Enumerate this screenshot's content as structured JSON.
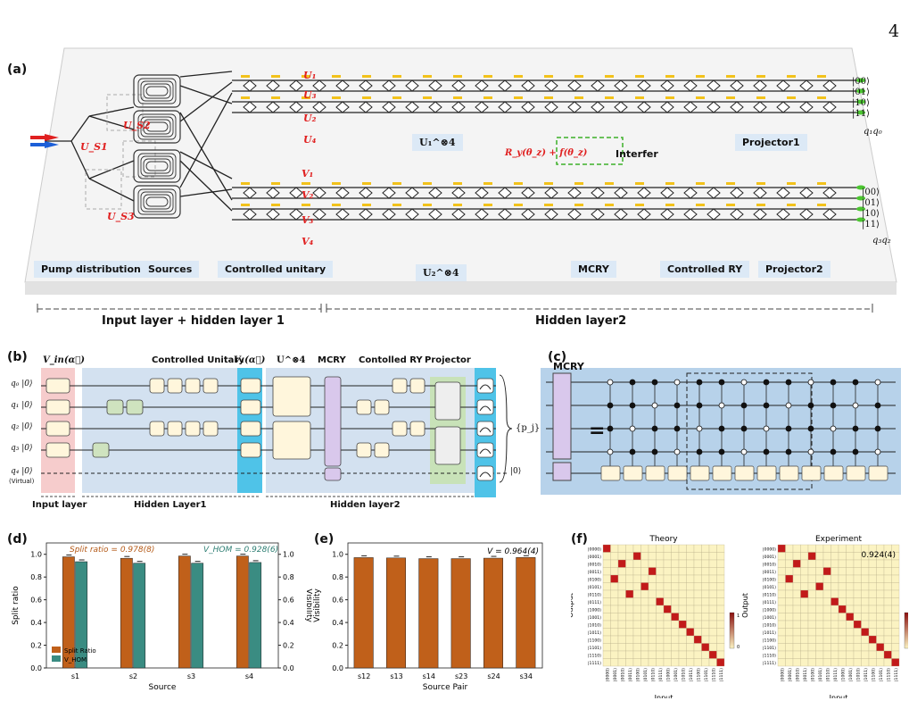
{
  "page_number": "4",
  "panel_a": {
    "label": "(a)",
    "sections": [
      "Pump distribution",
      "Sources",
      "Controlled unitary",
      "MCRY",
      "Controlled RY",
      "Projector2"
    ],
    "top_labels": {
      "u_tensor1": "U₁^⊗4",
      "u_tensor2": "U₂^⊗4",
      "interfer": "Interfer",
      "projector1": "Projector1",
      "ry_fz": "R_y(θ_z) + f(θ_z)"
    },
    "pump_labels": [
      "U_S1",
      "U_S2",
      "U_S3"
    ],
    "u_labels": [
      "U₁",
      "U₃",
      "U₂",
      "U₄"
    ],
    "v_labels": [
      "V₁",
      "V₂",
      "V₃",
      "V₄"
    ],
    "kets_top": [
      "|00⟩",
      "|01⟩",
      "|10⟩",
      "|11⟩"
    ],
    "kets_bottom": [
      "|00⟩",
      "|01⟩",
      "|10⟩",
      "|11⟩"
    ],
    "qubit_top": "q₁q₀",
    "qubit_bottom": "q₃q₂",
    "layer_left": "Input layer + hidden layer 1",
    "layer_right": "Hidden layer2"
  },
  "panel_b": {
    "label": "(b)",
    "top_labels": {
      "vin": "V_in(α⃗)",
      "cu": "Controlled Unitary",
      "v1": "V₁(α⃗)",
      "u4": "U^⊗4",
      "mcry": "MCRY",
      "cry": "Contolled RY",
      "proj": "Projector"
    },
    "qubits": [
      "q₀ |0⟩",
      "q₁ |0⟩",
      "q₂ |0⟩",
      "q₃ |0⟩",
      "q₄ |0⟩"
    ],
    "virtual": "(Virtual)",
    "output": "{p_j}",
    "zero": "|0⟩",
    "bottom_labels": [
      "Input layer",
      "Hidden Layer1",
      "Hidden layer2"
    ]
  },
  "panel_c": {
    "label": "(c)",
    "title": "MCRY",
    "eq": "="
  },
  "panel_d": {
    "label": "(d)",
    "chart_data": {
      "type": "bar",
      "categories": [
        "s1",
        "s2",
        "s3",
        "s4"
      ],
      "series": [
        {
          "name": "Split Ratio",
          "values": [
            0.978,
            0.965,
            0.985,
            0.985
          ]
        },
        {
          "name": "V_HOM",
          "values": [
            0.935,
            0.922,
            0.922,
            0.928
          ]
        }
      ],
      "xlabel": "Source",
      "ylabel": "Split ratio",
      "ylabel_right": "Visibility",
      "ylim": [
        0,
        1.1
      ],
      "yticks": [
        "0.0",
        "0.2",
        "0.4",
        "0.6",
        "0.8",
        "1.0"
      ],
      "annotations": [
        "Split ratio = 0.978(8)",
        "V_HOM = 0.928(6)"
      ],
      "colors": [
        "#c0601a",
        "#3a8c82"
      ]
    }
  },
  "panel_e": {
    "label": "(e)",
    "chart_data": {
      "type": "bar",
      "categories": [
        "s12",
        "s13",
        "s14",
        "s23",
        "s24",
        "s34"
      ],
      "values": [
        0.971,
        0.968,
        0.962,
        0.962,
        0.966,
        0.972
      ],
      "xlabel": "Source Pair",
      "ylabel": "Visibility",
      "ylim": [
        0,
        1.1
      ],
      "yticks": [
        "0.0",
        "0.2",
        "0.4",
        "0.6",
        "0.8",
        "1.0"
      ],
      "annotations": [
        "V = 0.964(4)"
      ],
      "colors": [
        "#c0601a"
      ]
    }
  },
  "panel_f": {
    "label": "(f)",
    "chart_data": [
      {
        "type": "heatmap",
        "title": "Theory",
        "xlabel": "Input",
        "ylabel": "Output",
        "labels": [
          "|0000⟩",
          "|0001⟩",
          "|0010⟩",
          "|0011⟩",
          "|0100⟩",
          "|0101⟩",
          "|0110⟩",
          "|0111⟩",
          "|1000⟩",
          "|1001⟩",
          "|1010⟩",
          "|1011⟩",
          "|1100⟩",
          "|1101⟩",
          "|1110⟩",
          "|1111⟩"
        ],
        "perm": [
          0,
          4,
          2,
          6,
          1,
          5,
          3,
          7,
          8,
          9,
          10,
          11,
          12,
          13,
          14,
          15
        ],
        "colorbar": [
          "0",
          "1"
        ]
      },
      {
        "type": "heatmap",
        "title": "Experiment",
        "xlabel": "Input",
        "ylabel": "Output",
        "labels": [
          "|0000⟩",
          "|0001⟩",
          "|0010⟩",
          "|0011⟩",
          "|0100⟩",
          "|0101⟩",
          "|0110⟩",
          "|0111⟩",
          "|1000⟩",
          "|1001⟩",
          "|1010⟩",
          "|1011⟩",
          "|1100⟩",
          "|1101⟩",
          "|1110⟩",
          "|1111⟩"
        ],
        "perm": [
          0,
          4,
          2,
          6,
          1,
          5,
          3,
          7,
          8,
          9,
          10,
          11,
          12,
          13,
          14,
          15
        ],
        "fidelity": "0.924(4)",
        "colorbar": [
          "0",
          "1"
        ]
      }
    ]
  }
}
